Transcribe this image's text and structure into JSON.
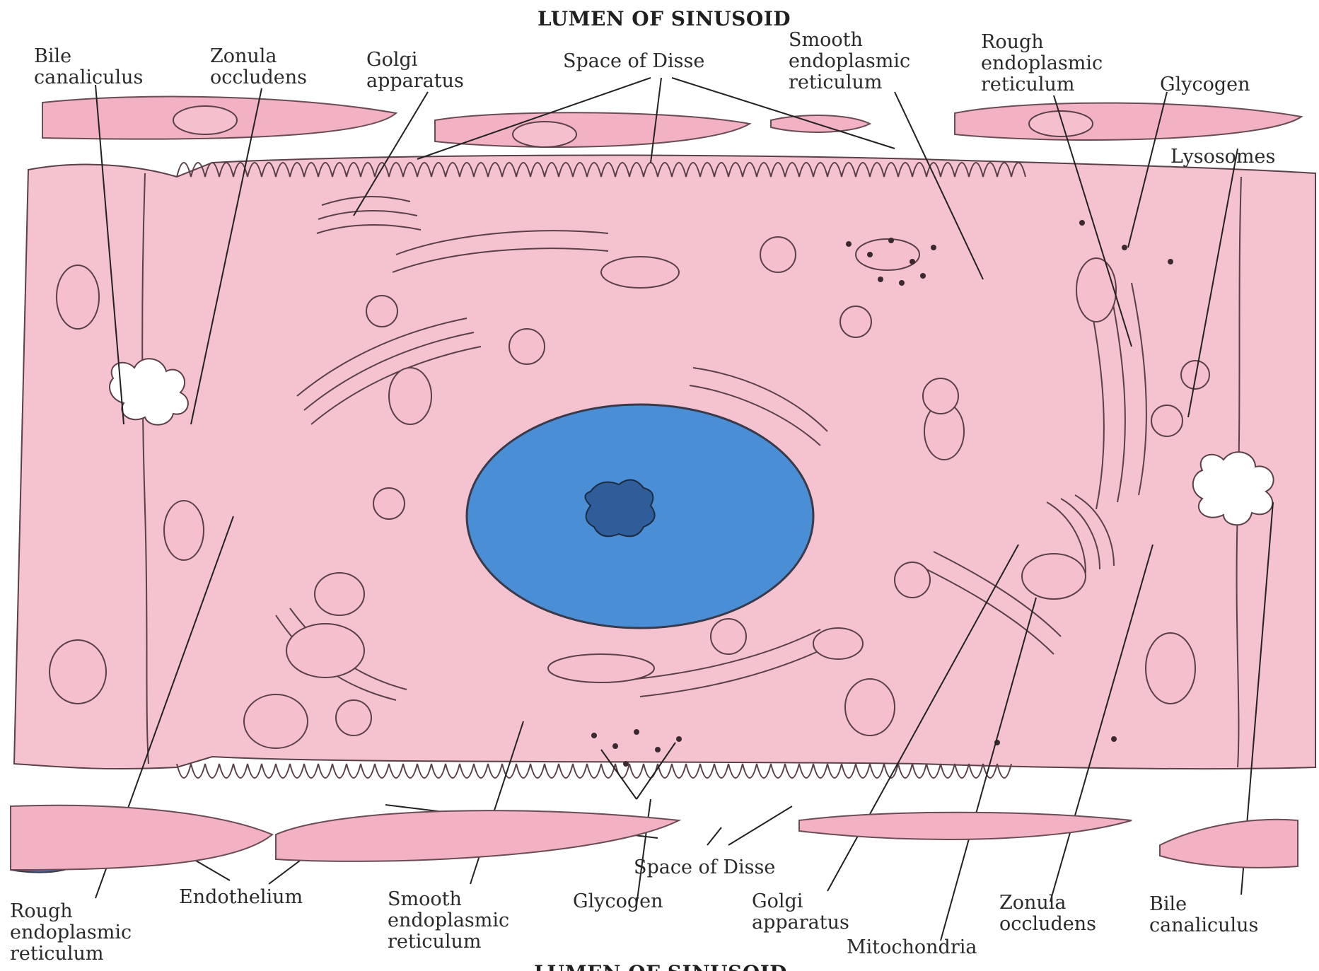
{
  "labels": {
    "title_top": "LUMEN OF SINUSOID",
    "title_bottom": "LUMEN OF SINUSOID",
    "bile_canaliculus_tl_1": "Bile",
    "bile_canaliculus_tl_2": "canaliculus",
    "zonula_tl_1": "Zonula",
    "zonula_tl_2": "occludens",
    "golgi_tl_1": "Golgi",
    "golgi_tl_2": "apparatus",
    "space_disse_top": "Space of Disse",
    "ser_top_1": "Smooth",
    "ser_top_2": "endoplasmic",
    "ser_top_3": "reticulum",
    "rer_top_1": "Rough",
    "rer_top_2": "endoplasmic",
    "rer_top_3": "reticulum",
    "glycogen_top": "Glycogen",
    "lysosomes": "Lysosomes",
    "space_disse_bottom": "Space of Disse",
    "endothelium": "Endothelium",
    "rer_bottom_1": "Rough",
    "rer_bottom_2": "endoplasmic",
    "rer_bottom_3": "reticulum",
    "ser_bottom_1": "Smooth",
    "ser_bottom_2": "endoplasmic",
    "ser_bottom_3": "reticulum",
    "glycogen_bottom": "Glycogen",
    "golgi_bottom_1": "Golgi",
    "golgi_bottom_2": "apparatus",
    "mitochondria": "Mitochondria",
    "zonula_bottom_1": "Zonula",
    "zonula_bottom_2": "occludens",
    "bile_bottom_1": "Bile",
    "bile_bottom_2": "canaliculus"
  },
  "colors": {
    "cytoplasm": "#f5c3cf",
    "endothelium": "#f2b2c3",
    "nucleus": "#4a8fd6",
    "outline": "#5a4048"
  }
}
